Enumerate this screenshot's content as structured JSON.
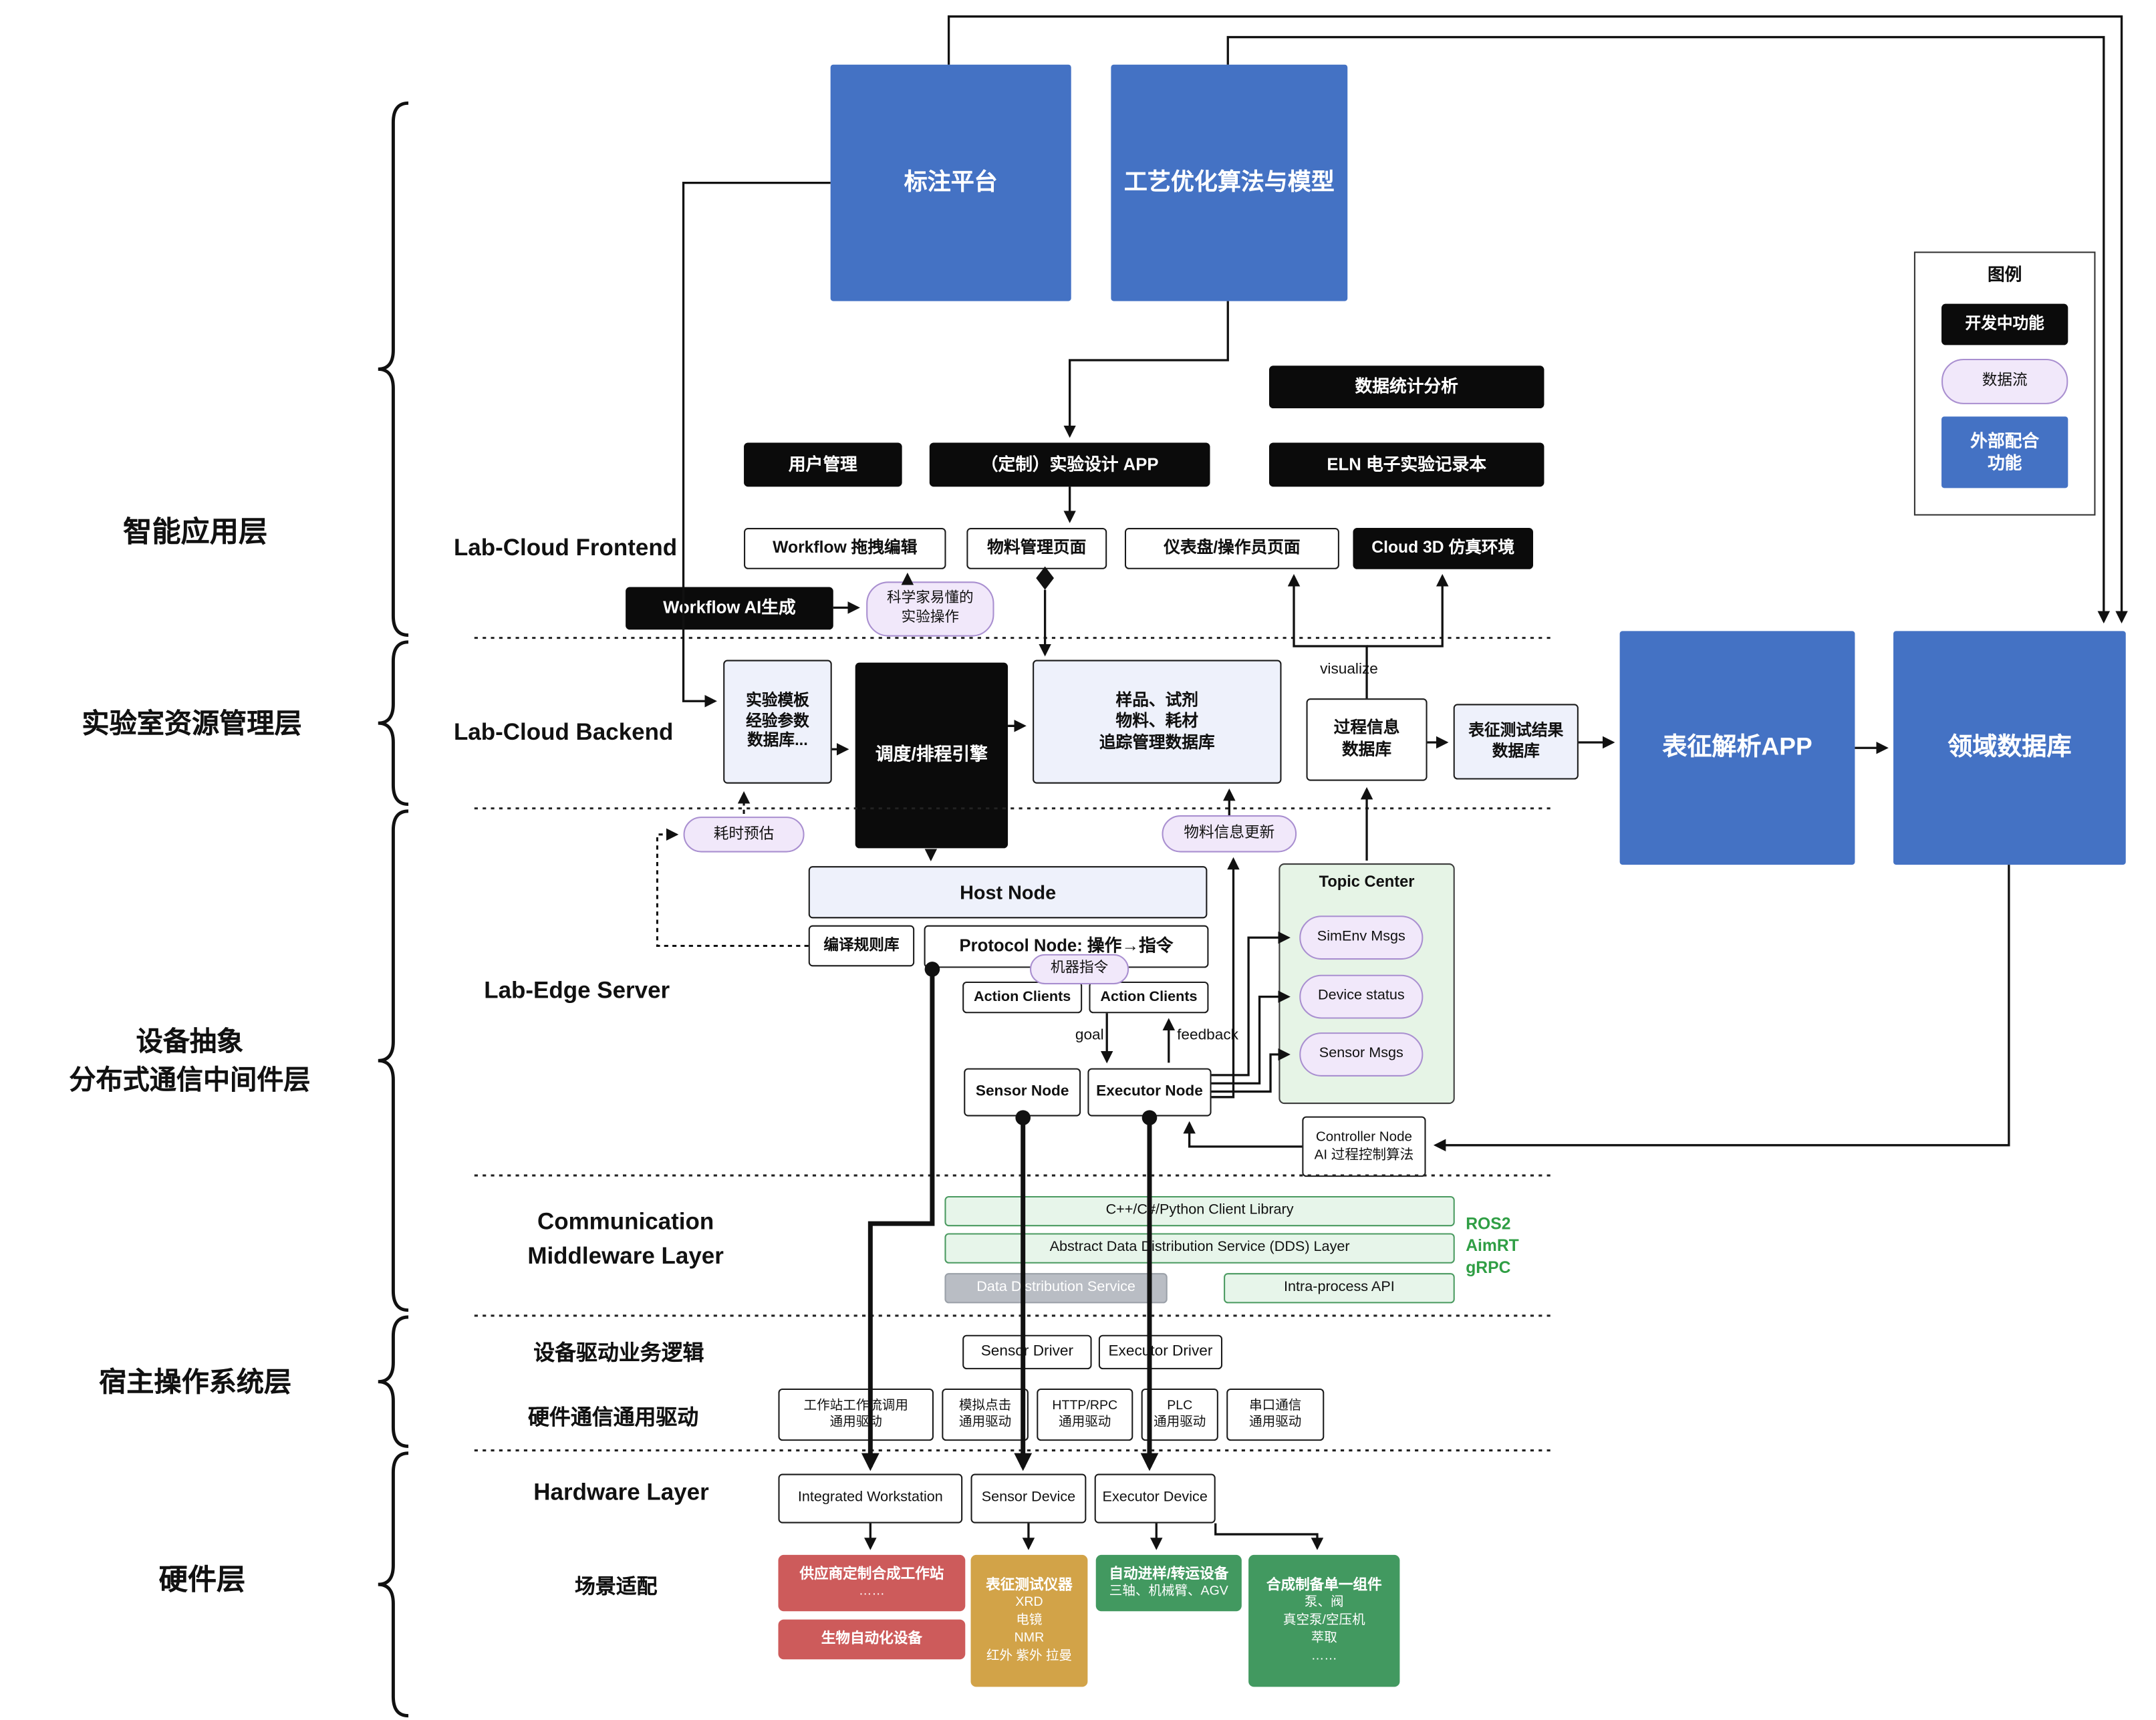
{
  "top": {
    "annotation": "标注平台",
    "process_model": "工艺优化算法与模型"
  },
  "legend": {
    "title": "图例",
    "dev": "开发中功能",
    "flow": "数据流",
    "external": "外部配合\n功能"
  },
  "layers": {
    "app": "智能应用层",
    "resource": "实验室资源管理层",
    "device": "设备抽象\n分布式通信中间件层",
    "host_os": "宿主操作系统层",
    "hardware": "硬件层"
  },
  "frontend": {
    "section": "Lab-Cloud Frontend",
    "stats": "数据统计分析",
    "user": "用户管理",
    "design_app": "（定制）实验设计 APP",
    "eln": "ELN 电子实验记录本",
    "workflow_edit": "Workflow 拖拽编辑",
    "material_page": "物料管理页面",
    "dashboard": "仪表盘/操作员页面",
    "cloud3d": "Cloud 3D 仿真环境",
    "workflow_ai": "Workflow AI生成",
    "sci_ops": "科学家易懂的\n实验操作"
  },
  "backend": {
    "section": "Lab-Cloud Backend",
    "template_db": "实验模板\n经验参数\n数据库...",
    "scheduler": "调度/排程引擎",
    "sample_db": "样品、试剂\n物料、耗材\n追踪管理数据库",
    "visualize": "visualize",
    "process_db": "过程信息\n数据库",
    "char_db": "表征测试结果\n数据库",
    "char_app": "表征解析APP",
    "domain_db": "领域数据库",
    "time_est": "耗时预估",
    "material_update": "物料信息更新"
  },
  "edge": {
    "section": "Lab-Edge Server",
    "host_node": "Host Node",
    "compile_rules": "编译规则库",
    "protocol_node": "Protocol Node: 操作→指令",
    "machine_cmd": "机器指令",
    "action_client": "Action Clients",
    "goal": "goal",
    "feedback": "feedback",
    "sensor_node": "Sensor Node",
    "executor_node": "Executor Node",
    "topic_center": "Topic Center",
    "msgs": [
      "SimEnv Msgs",
      "Device status",
      "Sensor Msgs"
    ],
    "controller": "Controller Node\nAI 过程控制算法"
  },
  "middleware": {
    "section": "Communication\nMiddleware Layer",
    "client_lib": "C++/C#/Python Client Library",
    "dds_layer": "Abstract Data Distribution Service (DDS) Layer",
    "dds_service": "Data Distribution Service",
    "intra_api": "Intra-process API",
    "protocols": "ROS2\nAimRT\ngRPC"
  },
  "host": {
    "driver_logic": "设备驱动业务逻辑",
    "sensor_driver": "Sensor Driver",
    "executor_driver": "Executor Driver",
    "hw_comm": "硬件通信通用驱动",
    "drivers": [
      "工作站工作流调用\n通用驱动",
      "模拟点击\n通用驱动",
      "HTTP/RPC\n通用驱动",
      "PLC\n通用驱动",
      "串口通信\n通用驱动"
    ]
  },
  "hardware": {
    "section": "Hardware Layer",
    "devices": [
      "Integrated Workstation",
      "Sensor Device",
      "Executor Device"
    ],
    "scenario": "场景适配",
    "red1_title": "供应商定制合成工作站",
    "red1_body": "……",
    "red2": "生物自动化设备",
    "gold_title": "表征测试仪器",
    "gold_body": "XRD\n电镜\nNMR\n红外 紫外 拉曼",
    "green1_title": "自动进样/转运设备",
    "green1_body": "三轴、机械臂、AGV",
    "green2_title": "合成制备单一组件",
    "green2_body": "泵、阀\n真空泵/空压机\n萃取\n……"
  }
}
